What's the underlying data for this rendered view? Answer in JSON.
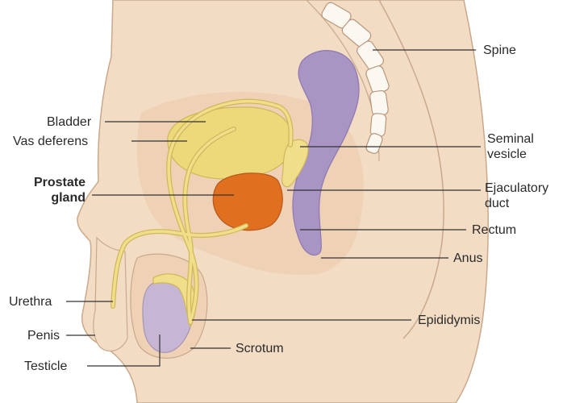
{
  "labels": {
    "spine": "Spine",
    "bladder": "Bladder",
    "vas_deferens": "Vas deferens",
    "seminal_vesicle": [
      "Seminal",
      "vesicle"
    ],
    "prostate_gland": [
      "Prostate",
      "gland"
    ],
    "ejaculatory_duct": [
      "Ejaculatory",
      "duct"
    ],
    "rectum": "Rectum",
    "anus": "Anus",
    "urethra": "Urethra",
    "epididymis": "Epididymis",
    "penis": "Penis",
    "scrotum": "Scrotum",
    "testicle": "Testicle"
  },
  "colors": {
    "skin": "#f3dcc4",
    "skin_shadow": "#e6c6a6",
    "outline": "#b9977b",
    "bladder": "#ecd97a",
    "duct": "#f1de8a",
    "prostate": "#e0701f",
    "rectum": "#a895c4",
    "testicle": "#c7b5d4",
    "bone": "#fbf8f2",
    "leader": "#333333"
  }
}
